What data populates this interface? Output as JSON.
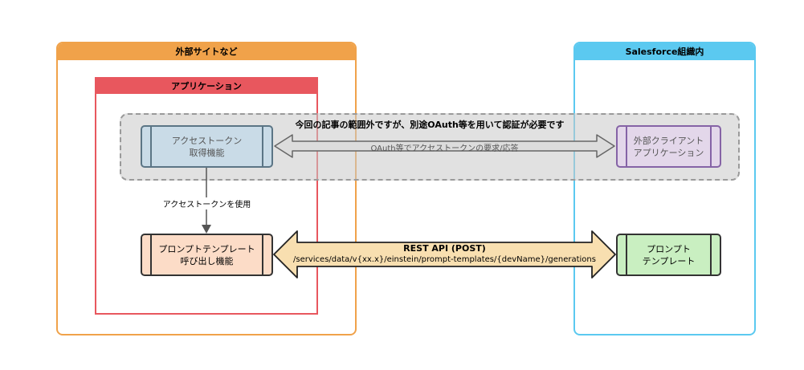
{
  "groups": {
    "external_site": "外部サイトなど",
    "salesforce_org": "Salesforce組織内",
    "application": "アプリケーション",
    "out_of_scope": "今回の記事の範囲外ですが、別途OAuth等を用いて認証が必要です"
  },
  "nodes": {
    "token_acquisition": "アクセストークン\n取得機能",
    "external_client": "外部クライアント\nアプリケーション",
    "prompt_invoke": "プロンプトテンプレート\n呼び出し機能",
    "prompt_template": "プロンプト\nテンプレート"
  },
  "edges": {
    "oauth_exchange": "OAuth等でアクセストークンの要求/応答",
    "use_token": "アクセストークンを使用",
    "rest_api_title": "REST API (POST)",
    "rest_api_path": "/services/data/v{xx.x}/einstein/prompt-templates/{devName}/generations"
  },
  "colors": {
    "external_site": "#f0a24a",
    "salesforce_org": "#5bc9f0",
    "application": "#e8575e",
    "rest_arrow_fill": "#f8dfb0"
  }
}
